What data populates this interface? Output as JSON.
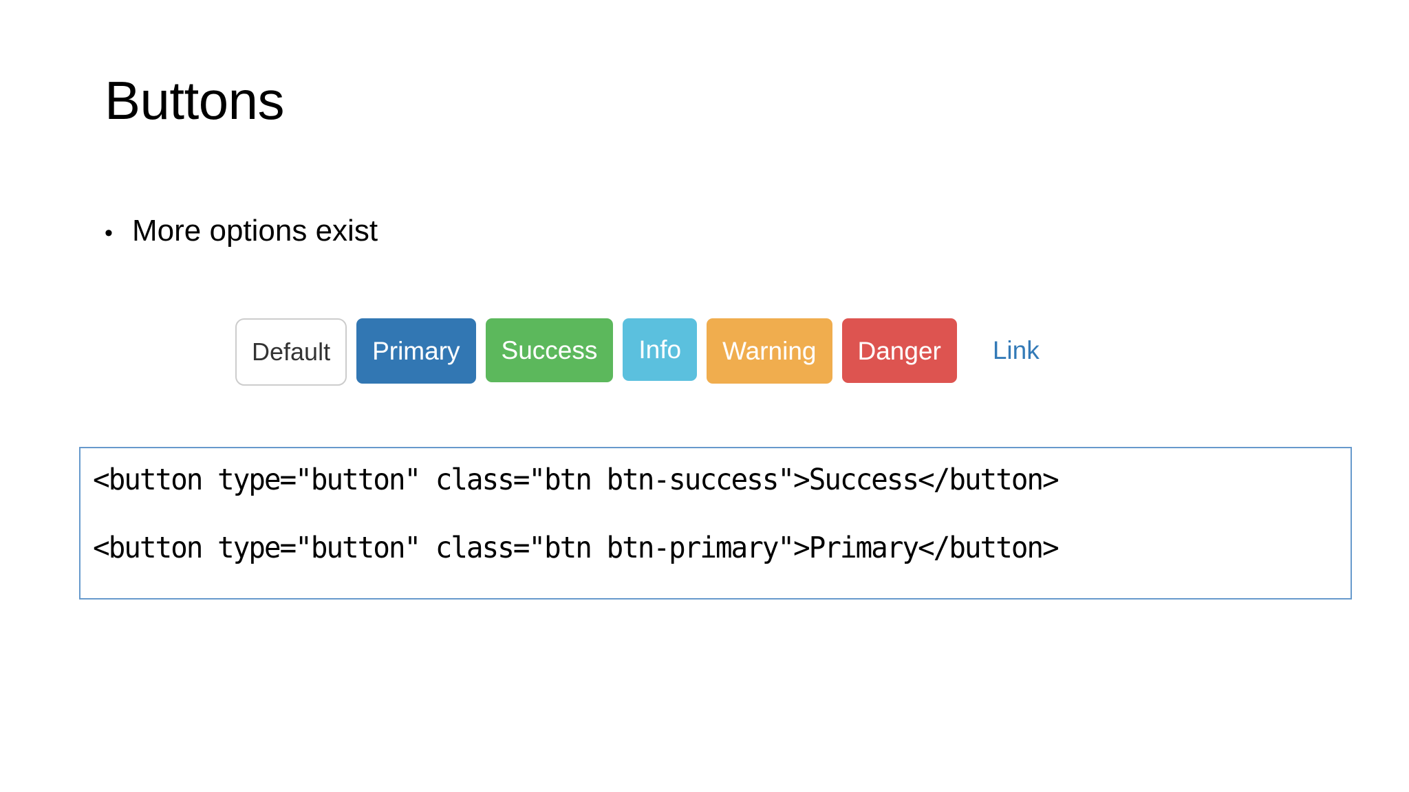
{
  "slide": {
    "title": "Buttons",
    "bullets": [
      {
        "marker": "•",
        "text": "More options exist"
      }
    ],
    "button_strip": {
      "buttons": [
        {
          "label": "Default",
          "variant": "default",
          "color": "#ffffff",
          "text_color": "#333333",
          "border_color": "#cccccc"
        },
        {
          "label": "Primary",
          "variant": "primary",
          "color": "#3277b3",
          "text_color": "#ffffff"
        },
        {
          "label": "Success",
          "variant": "success",
          "color": "#5cb85c",
          "text_color": "#ffffff"
        },
        {
          "label": "Info",
          "variant": "info",
          "color": "#5bc0de",
          "text_color": "#ffffff"
        },
        {
          "label": "Warning",
          "variant": "warning",
          "color": "#f0ad4e",
          "text_color": "#ffffff"
        },
        {
          "label": "Danger",
          "variant": "danger",
          "color": "#dd5450",
          "text_color": "#ffffff"
        }
      ],
      "link": {
        "label": "Link",
        "color": "#337ab7"
      }
    },
    "code_block": {
      "border_color": "#6699cc",
      "background": "#ffffff",
      "lines": [
        "<button type=\"button\" class=\"btn btn-success\">Success</button>",
        "<button type=\"button\" class=\"btn btn-primary\">Primary</button>"
      ]
    }
  }
}
